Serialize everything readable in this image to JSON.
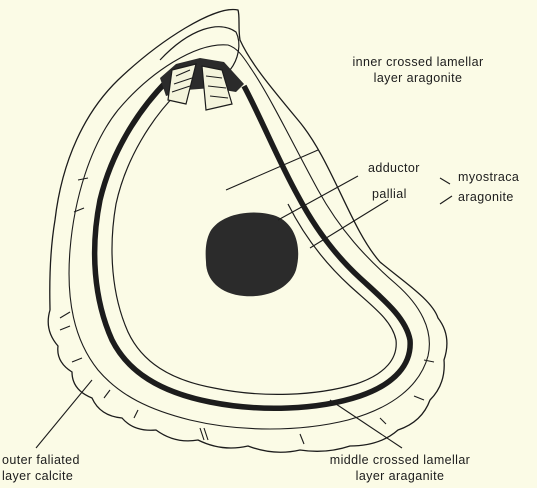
{
  "labels": {
    "inner_line1": "inner  crossed lamellar",
    "inner_line2": "layer aragonite",
    "adductor": "adductor",
    "pallial": "pallial",
    "myostraca": "myostraca",
    "myostraca_aragonite": "aragonite",
    "outer_line1": "outer  faliated",
    "outer_line2": "layer  calcite",
    "middle_line1": "middle crossed  lamellar",
    "middle_line2": "layer  araganite"
  },
  "colors": {
    "background": "#fbfbe6",
    "ink": "#1c1c1c",
    "muscle_scar": "#2b2b2b"
  }
}
